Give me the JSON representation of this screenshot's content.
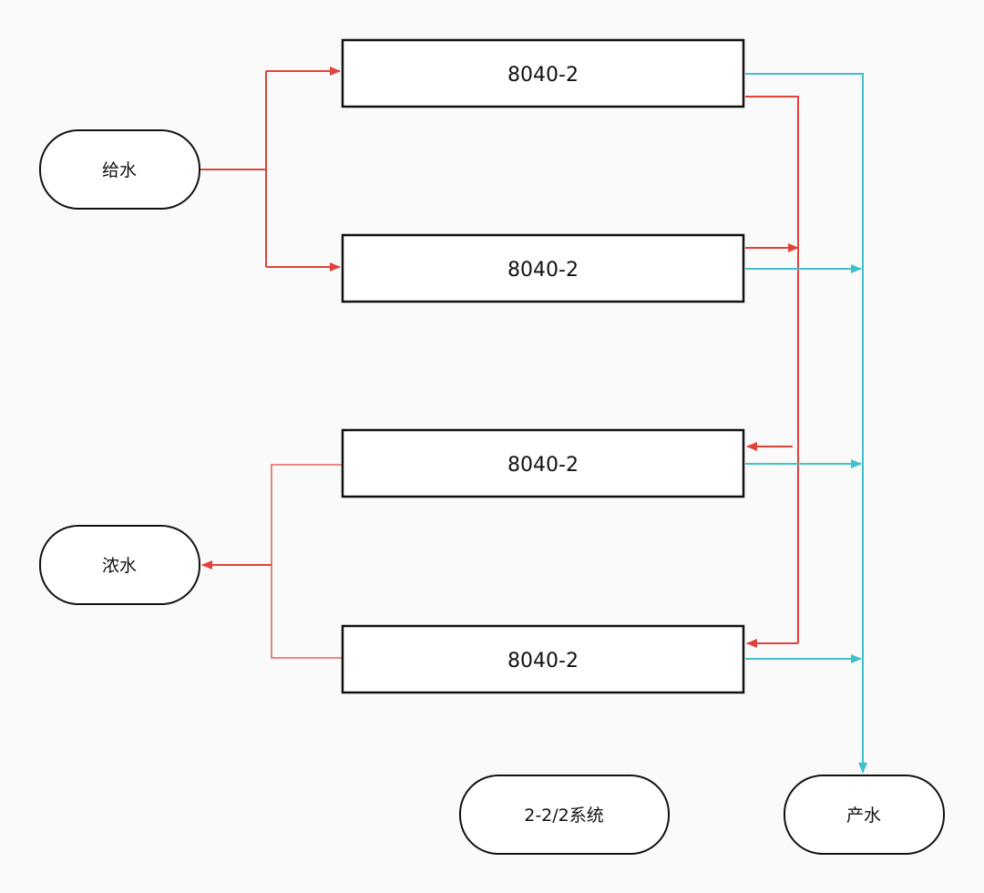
{
  "colors": {
    "concentrate_line": "#e0433a",
    "permeate_line": "#3fc0cc",
    "node_stroke": "#111111",
    "background": "#fafafa"
  },
  "nodes": {
    "feed": {
      "label": "给水"
    },
    "concentrate": {
      "label": "浓水"
    },
    "permeate": {
      "label": "产水"
    },
    "system": {
      "label": "2-2/2系统"
    },
    "membranes": [
      {
        "label": "8040-2"
      },
      {
        "label": "8040-2"
      },
      {
        "label": "8040-2"
      },
      {
        "label": "8040-2"
      }
    ]
  }
}
